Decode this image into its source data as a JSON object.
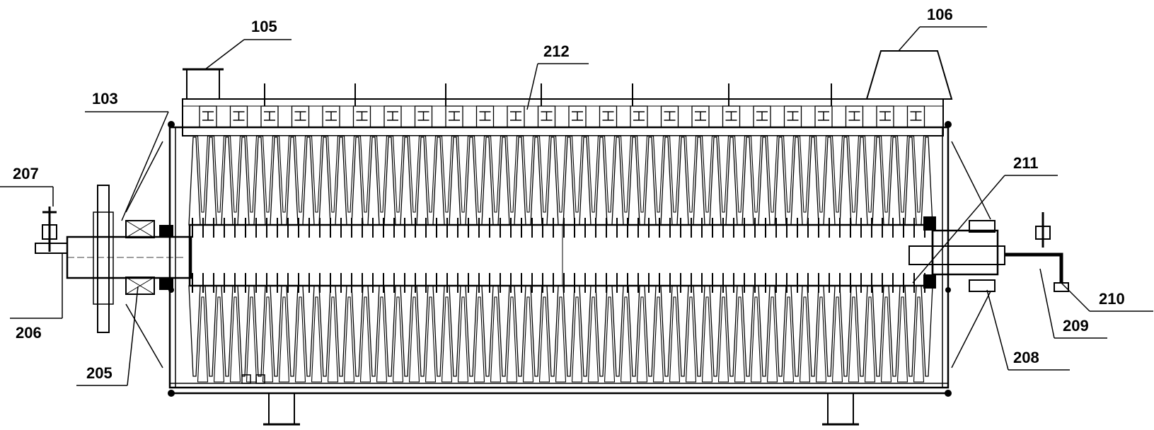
{
  "labels": {
    "l103": "103",
    "l105": "105",
    "l106": "106",
    "l205": "205",
    "l206": "206",
    "l207": "207",
    "l208": "208",
    "l209": "209",
    "l210": "210",
    "l211": "211",
    "l212": "212"
  },
  "colors": {
    "ink": "#000000",
    "paper": "#ffffff"
  }
}
